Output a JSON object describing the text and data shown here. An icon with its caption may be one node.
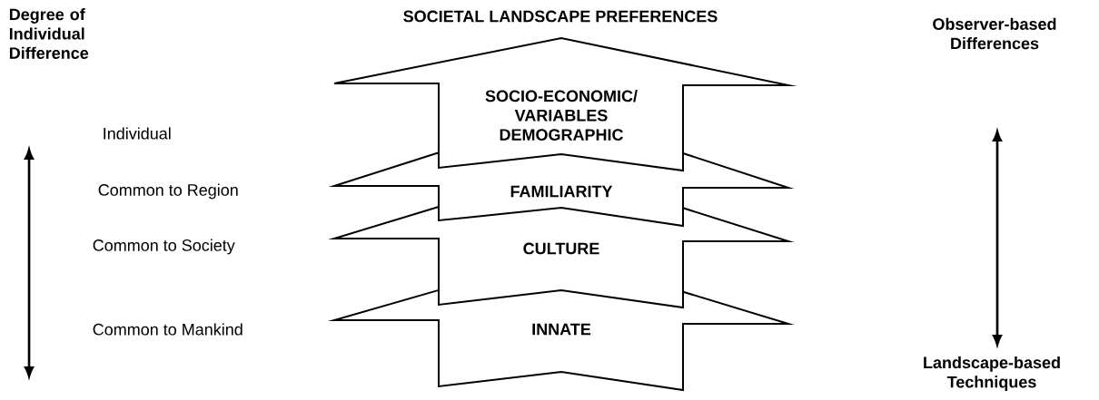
{
  "diagram": {
    "title": "SOCIETAL LANDSCAPE PREFERENCES",
    "nodes": [
      {
        "text": [
          "SOCIO-ECONOMIC/ VARIABLES",
          "DEMOGRAPHIC"
        ]
      },
      {
        "text": [
          "FAMILIARITY"
        ]
      },
      {
        "text": [
          "CULTURE"
        ]
      },
      {
        "text": [
          "INNATE"
        ]
      }
    ],
    "labels": [
      "Degree of Individual Difference",
      "Observer-based Differences",
      "Individual",
      "Common to Region",
      "Common to Society",
      "Common to Mankind",
      "Landscape-based Techniques"
    ]
  }
}
